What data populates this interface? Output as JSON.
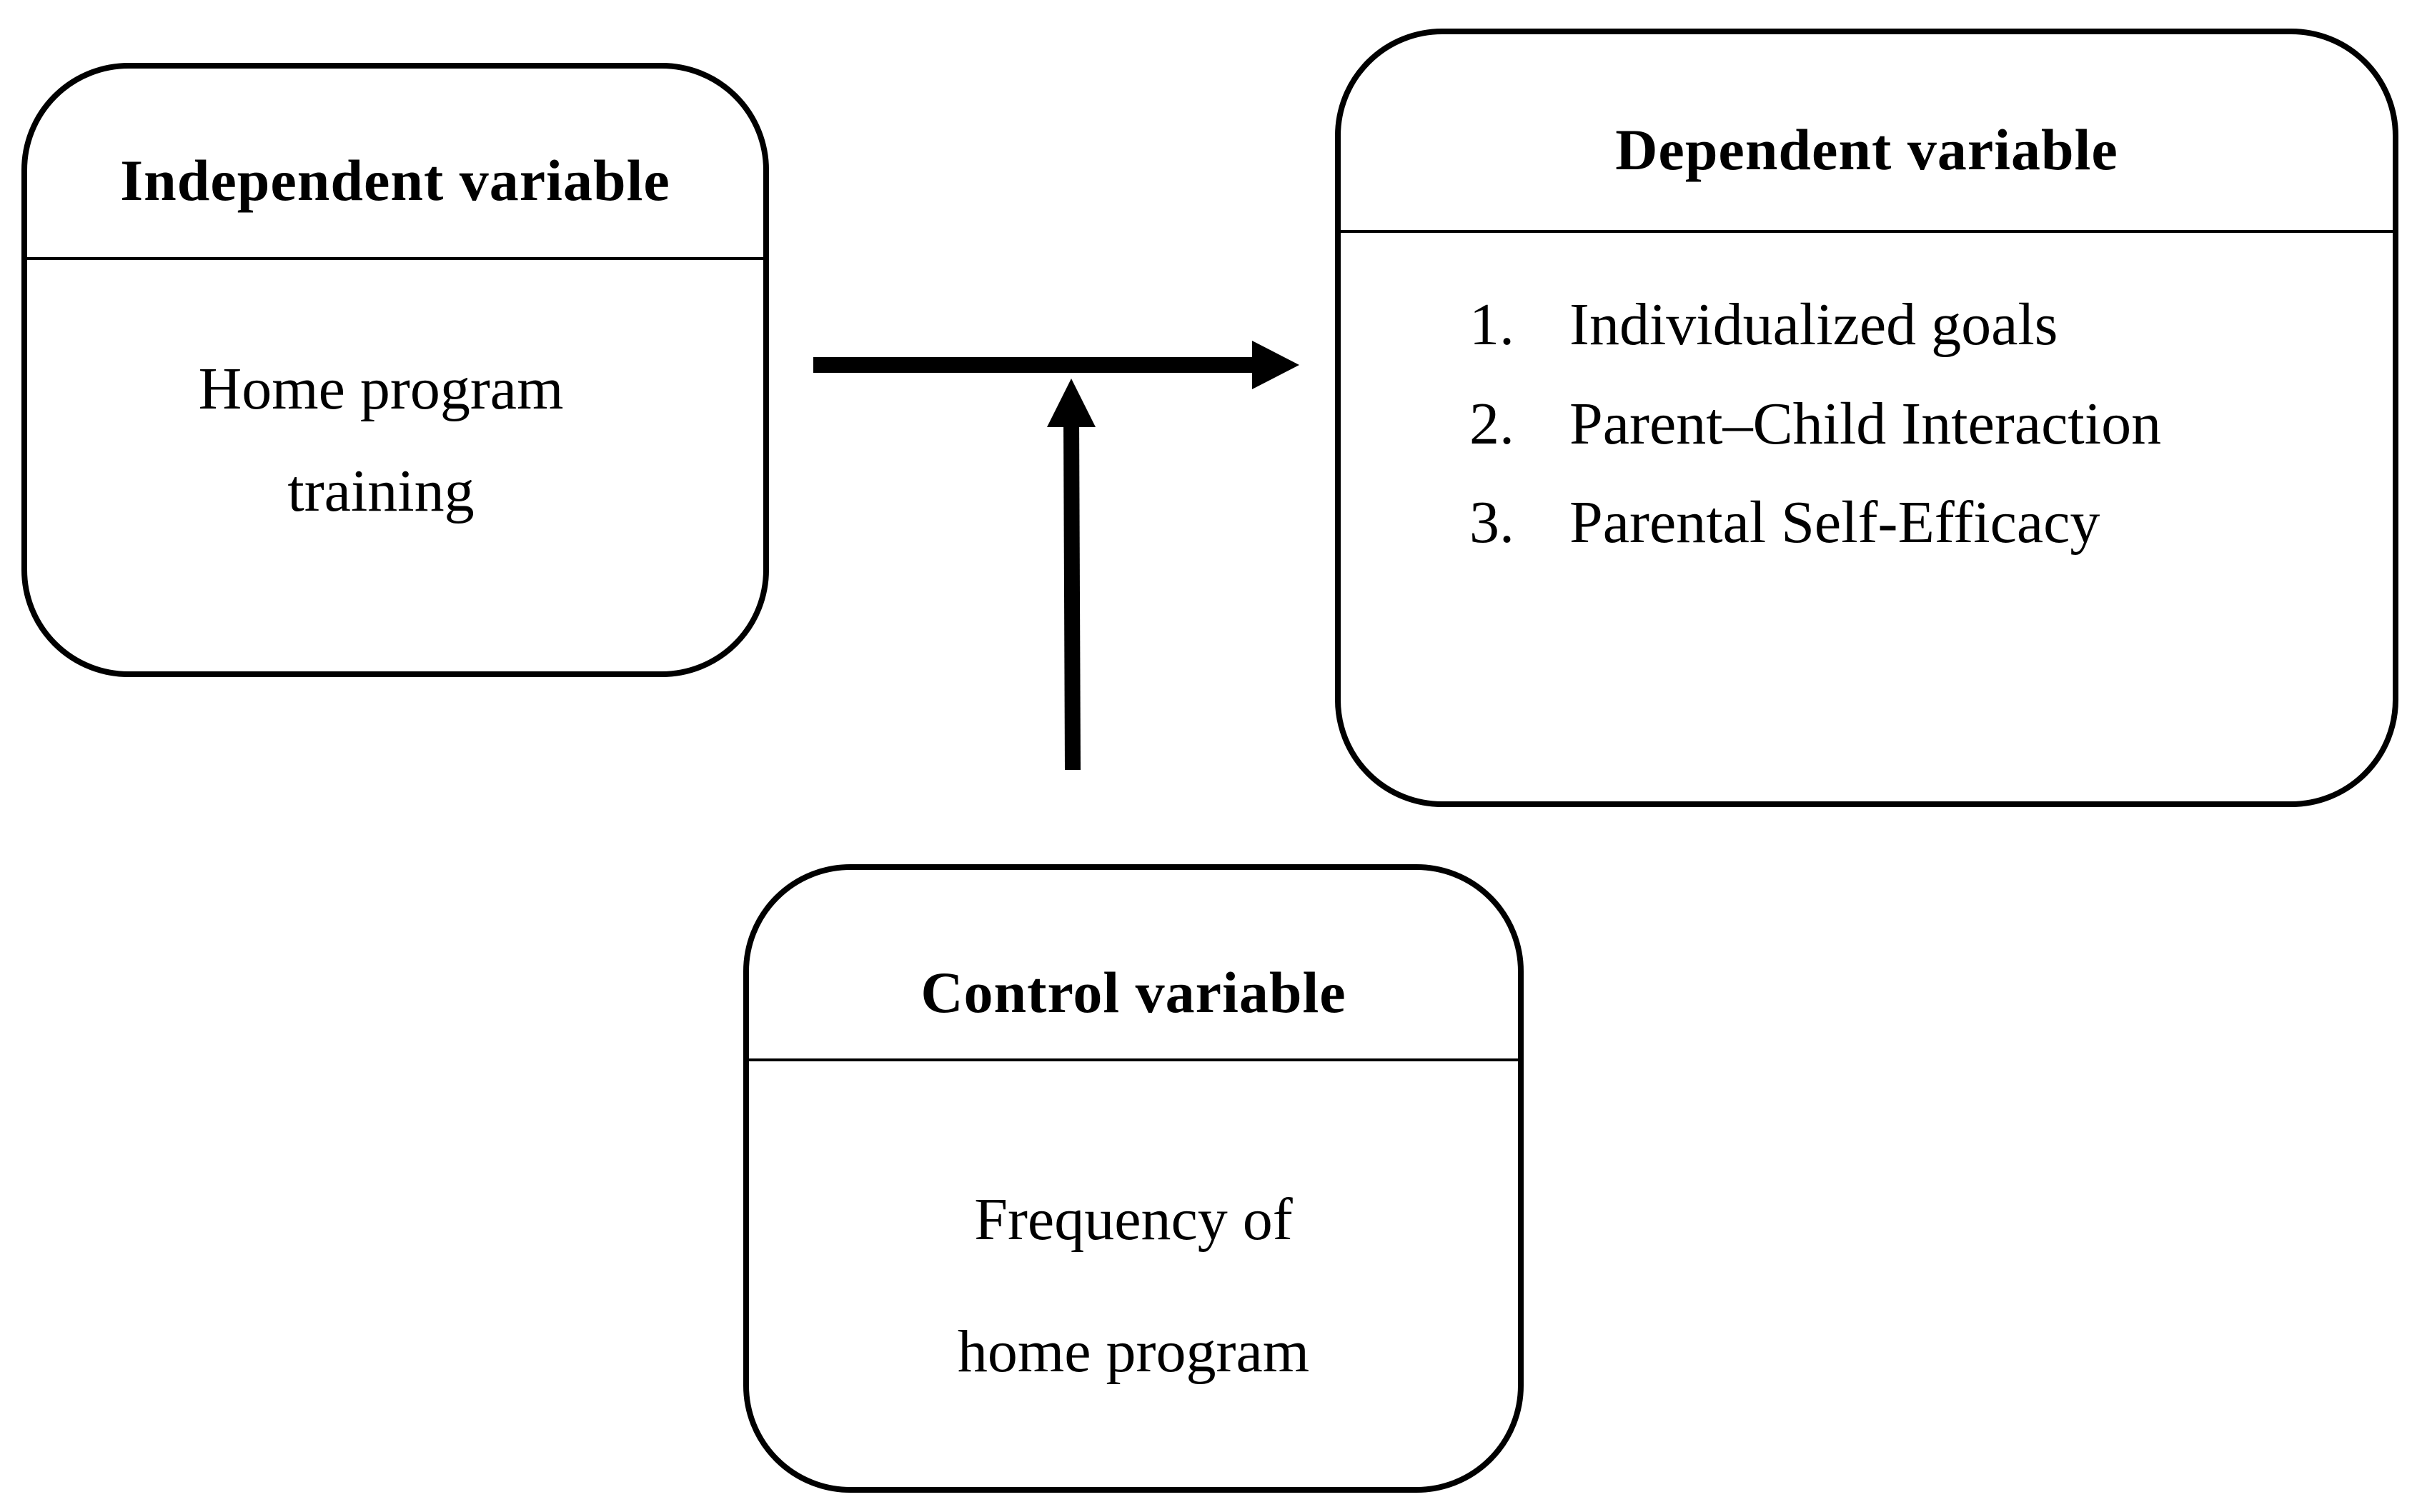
{
  "independent": {
    "title": "Independent variable",
    "body_lines": [
      "Home program",
      "training"
    ]
  },
  "dependent": {
    "title": "Dependent variable",
    "items": [
      {
        "num": "1.",
        "text": "Individualized goals"
      },
      {
        "num": "2.",
        "text": "Parent–Child Interaction"
      },
      {
        "num": "3.",
        "text": "Parental Self-Efficacy"
      }
    ]
  },
  "control": {
    "title": "Control variable",
    "body_lines": [
      "Frequency of",
      "home program"
    ]
  },
  "colors": {
    "stroke": "#000000",
    "background": "#ffffff"
  }
}
